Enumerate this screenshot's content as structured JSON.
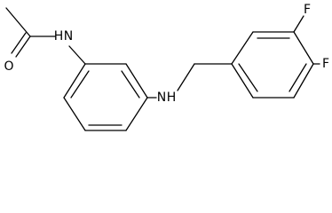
{
  "molecule": {
    "atoms": {
      "amide_n": "N",
      "amide_h": "H",
      "amine_h": "H",
      "amine_n": "N",
      "fluorine_top": "F",
      "fluorine_right": "F",
      "carbonyl_o": "O"
    }
  }
}
